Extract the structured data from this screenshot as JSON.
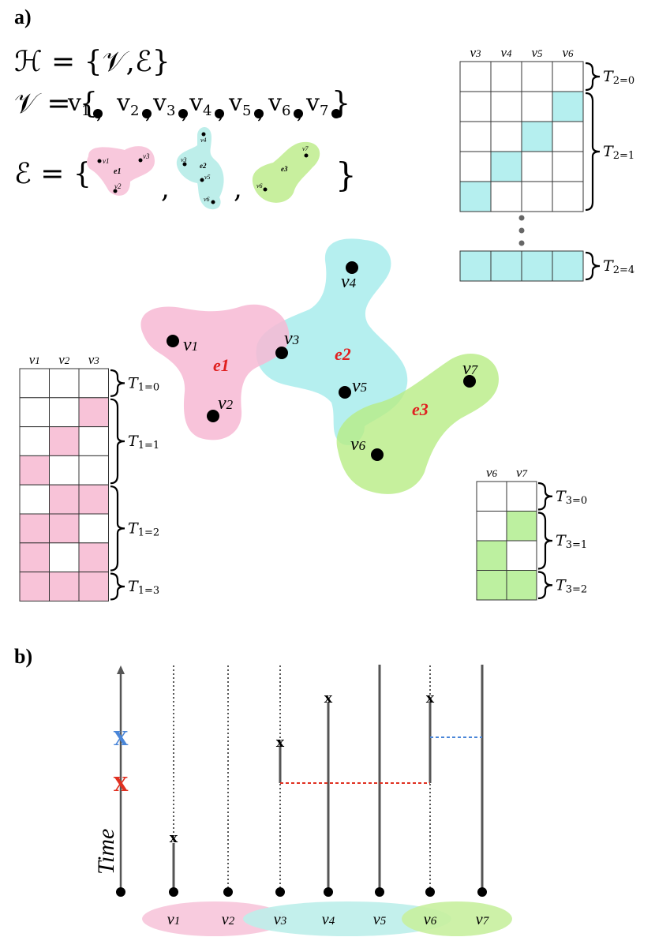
{
  "panel_a_label": "a)",
  "panel_b_label": "b)",
  "formula_h": "ℋ = {𝒱,ℰ}",
  "formula_v_prefix": "𝒱 = {",
  "formula_e_prefix": "ℰ = {",
  "vertices": [
    "v1",
    "v2",
    "v3",
    "v4",
    "v5",
    "v6",
    "v7"
  ],
  "edges": [
    {
      "name": "e1",
      "members": [
        "v1",
        "v2",
        "v3"
      ],
      "color": "#f8c8dc"
    },
    {
      "name": "e2",
      "members": [
        "v3",
        "v4",
        "v5",
        "v6"
      ],
      "color": "#bdeeea"
    },
    {
      "name": "e3",
      "members": [
        "v6",
        "v7"
      ],
      "color": "#c8ef9e"
    }
  ],
  "label_color": "#e02020",
  "tables": {
    "t1": {
      "columns": [
        "v1",
        "v2",
        "v3"
      ],
      "fill": "#f8c3d8",
      "rows": [
        [
          0,
          0,
          0
        ],
        [
          0,
          0,
          1
        ],
        [
          0,
          1,
          0
        ],
        [
          1,
          0,
          0
        ],
        [
          0,
          1,
          1
        ],
        [
          1,
          1,
          0
        ],
        [
          1,
          0,
          1
        ],
        [
          1,
          1,
          1
        ]
      ],
      "groups": [
        {
          "label": "T1=0",
          "rows": [
            0,
            0
          ]
        },
        {
          "label": "T1=1",
          "rows": [
            1,
            3
          ]
        },
        {
          "label": "T1=2",
          "rows": [
            4,
            6
          ]
        },
        {
          "label": "T1=3",
          "rows": [
            7,
            7
          ]
        }
      ]
    },
    "t2": {
      "columns": [
        "v3",
        "v4",
        "v5",
        "v6"
      ],
      "fill": "#b5efef",
      "rows": [
        [
          0,
          0,
          0,
          0
        ],
        [
          0,
          0,
          0,
          1
        ],
        [
          0,
          0,
          1,
          0
        ],
        [
          0,
          1,
          0,
          0
        ],
        [
          1,
          0,
          0,
          0
        ]
      ],
      "last_row": [
        1,
        1,
        1,
        1
      ],
      "groups": [
        {
          "label": "T2=0",
          "rows": [
            0,
            0
          ]
        },
        {
          "label": "T2=1",
          "rows": [
            1,
            4
          ]
        }
      ],
      "last_label": "T2=4"
    },
    "t3": {
      "columns": [
        "v6",
        "v7"
      ],
      "fill": "#bdf0a0",
      "rows": [
        [
          0,
          0
        ],
        [
          0,
          1
        ],
        [
          1,
          0
        ],
        [
          1,
          1
        ]
      ],
      "groups": [
        {
          "label": "T3=0",
          "rows": [
            0,
            0
          ]
        },
        {
          "label": "T3=1",
          "rows": [
            1,
            2
          ]
        },
        {
          "label": "T3=2",
          "rows": [
            3,
            3
          ]
        }
      ]
    }
  },
  "timeline": {
    "axis_label": "Time",
    "marker_e1_color": "#e03020",
    "marker_e2_color": "#4a86d8",
    "marker_symbol": "X",
    "small_marker": "x",
    "line_types": [
      "dotted",
      "dotted",
      "dotted",
      "solid",
      "solid",
      "dotted",
      "solid"
    ]
  }
}
